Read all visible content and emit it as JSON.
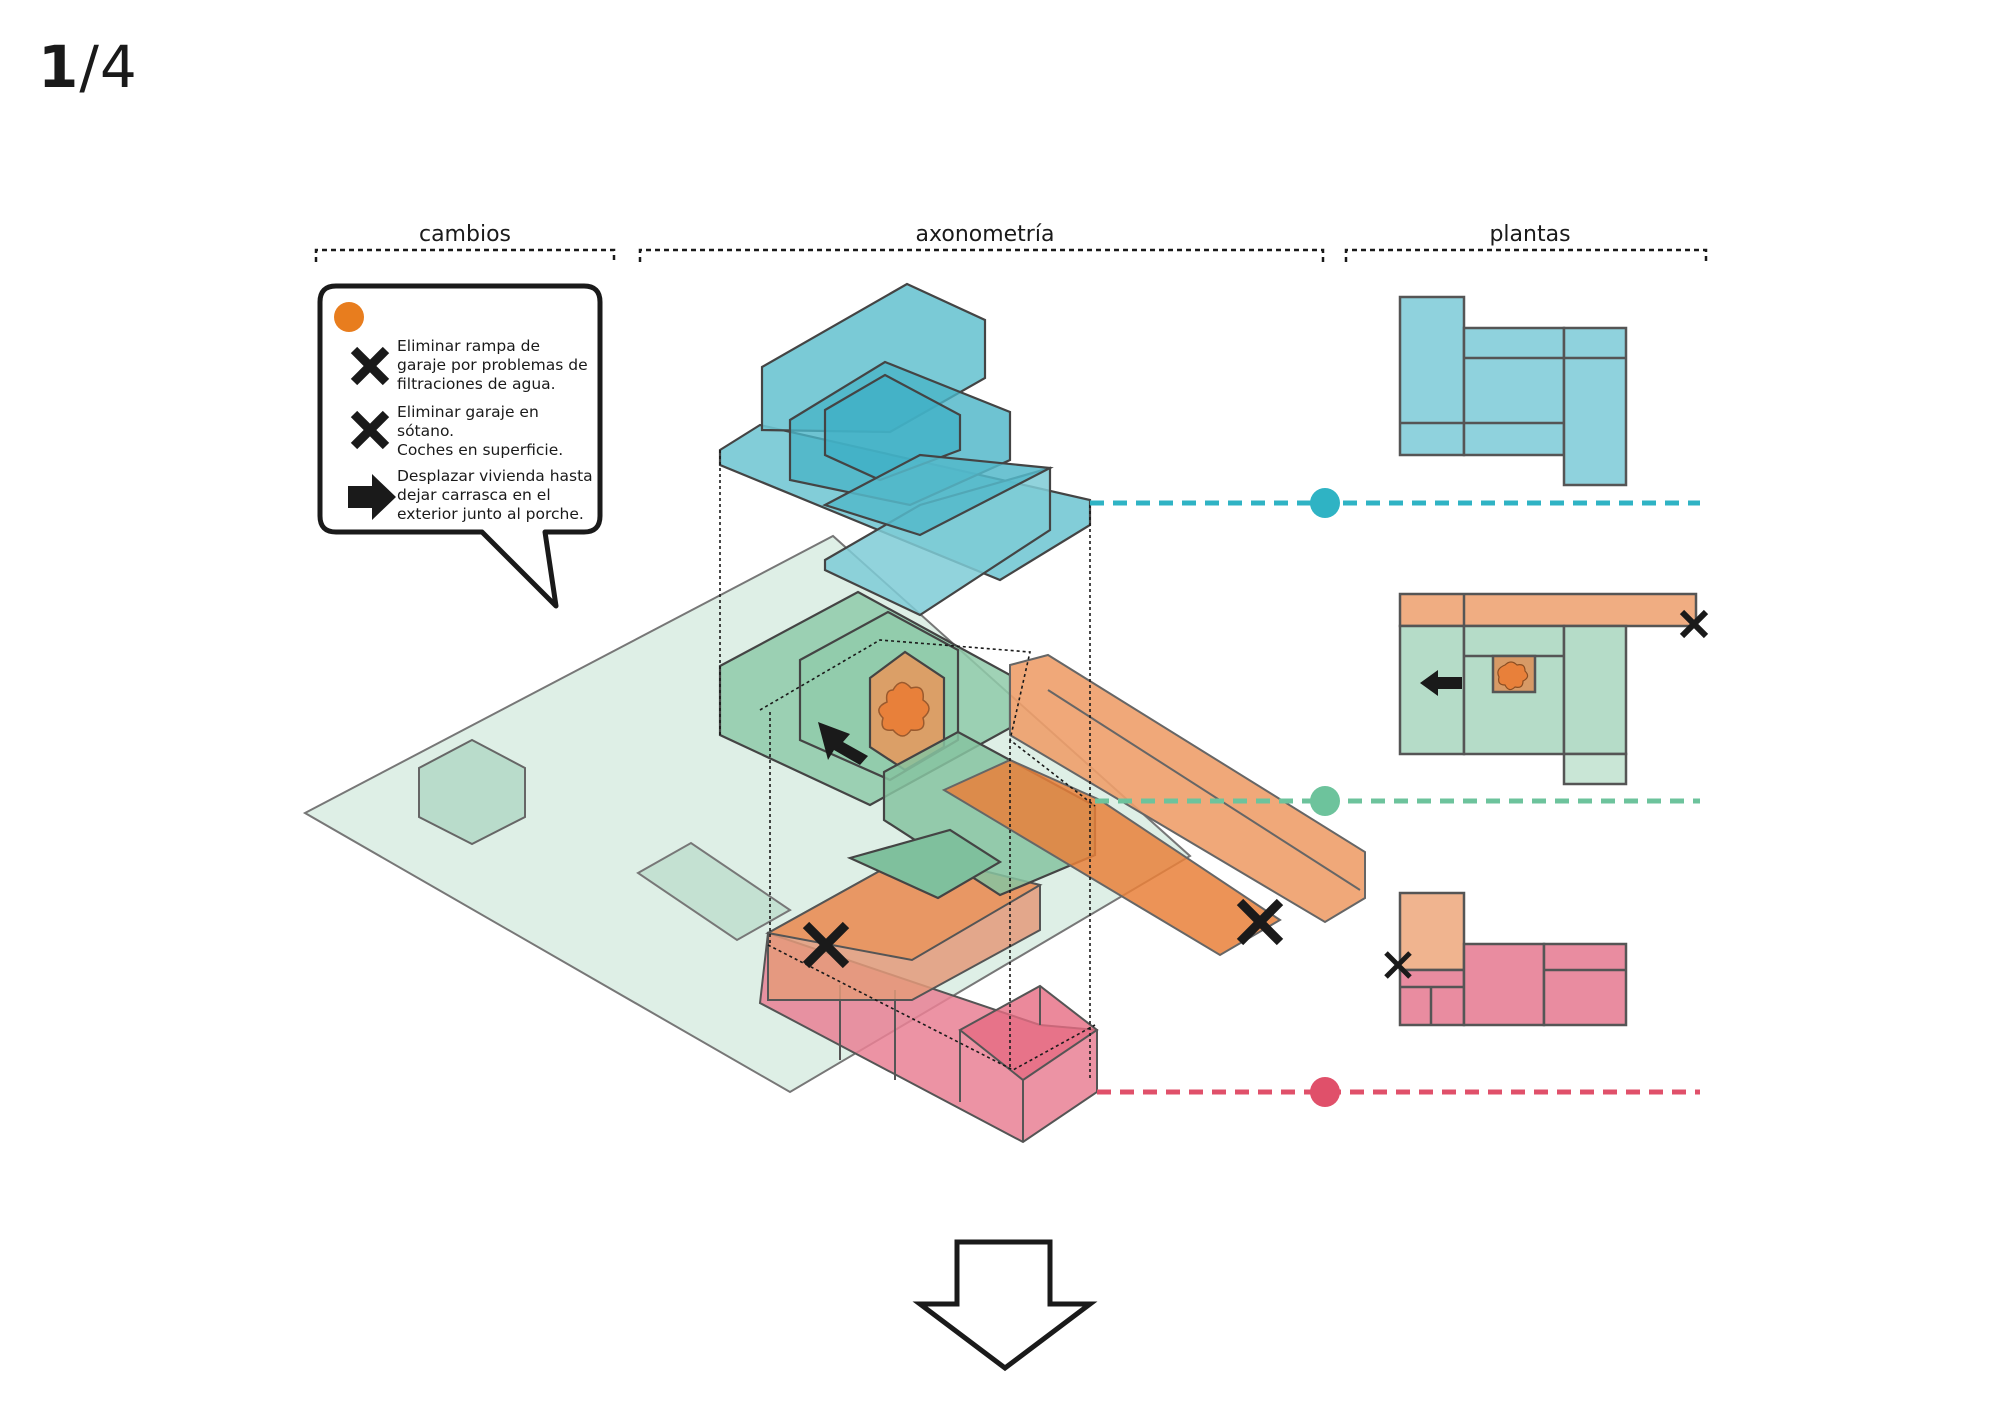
{
  "page": {
    "current": "1",
    "separator": "/",
    "total": "4"
  },
  "sections": {
    "cambios": "cambios",
    "axonometria": "axonometría",
    "plantas": "plantas"
  },
  "bubble": {
    "marker_color": "#e87d1e",
    "items": [
      {
        "icon": "x-icon",
        "text_lines": [
          "Eliminar rampa de",
          "garaje por problemas de",
          "filtraciones de agua."
        ]
      },
      {
        "icon": "x-icon",
        "text_lines": [
          "Eliminar garaje en",
          "sótano.",
          "Coches en superficie."
        ]
      },
      {
        "icon": "arrow-right-icon",
        "text_lines": [
          "Desplazar vivienda hasta",
          "dejar carrasca en el",
          "exterior junto al porche."
        ]
      }
    ]
  },
  "levels": [
    {
      "name": "upper",
      "color": "#2fb3c4",
      "fill": "#6cc4d1"
    },
    {
      "name": "ground",
      "color": "#6dc39c",
      "fill": "#a9d8c0"
    },
    {
      "name": "basement",
      "color": "#e0506a",
      "fill": "#e98094"
    }
  ],
  "colors": {
    "orange_fill": "#ee9e6a",
    "orange_strong": "#e9803a",
    "site_fill": "#d8ece2",
    "outline": "#555555"
  }
}
